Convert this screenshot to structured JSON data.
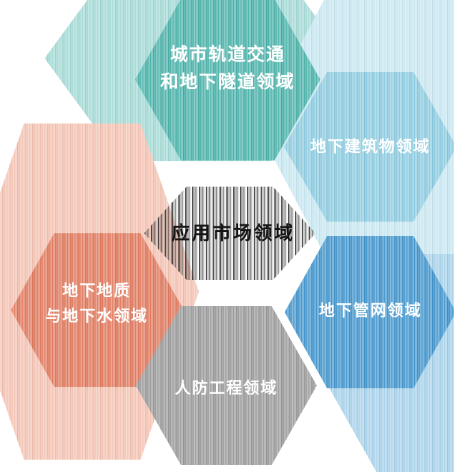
{
  "title": "应用市场领域",
  "center": {
    "label": "应用市场领域",
    "text_color": "#141414"
  },
  "hexagons": [
    {
      "id": "urban-rail",
      "lines": [
        "城市轨道交通",
        "和地下隧道领域"
      ],
      "color": "#4db3ab",
      "ghost_color": "#a5dad5",
      "text_color": "#ffffff"
    },
    {
      "id": "underground-buildings",
      "lines": [
        "地下建筑物领域"
      ],
      "color": "#8ecbe0",
      "ghost_color": "#c9e7f1",
      "text_color": "#ffffff"
    },
    {
      "id": "underground-pipes",
      "lines": [
        "地下管网领域"
      ],
      "color": "#4496cd",
      "ghost_color": "#a9d2e9",
      "text_color": "#ffffff"
    },
    {
      "id": "geology-groundwater",
      "lines": [
        "地下地质",
        "与地下水领域"
      ],
      "color": "#e07a5e",
      "ghost_color": "#f3c3b3",
      "text_color": "#ffffff"
    },
    {
      "id": "civil-defense",
      "lines": [
        "人防工程领域"
      ],
      "color": "#9b9b9b",
      "ghost_color": "#cfcfcf",
      "text_color": "#ffffff"
    }
  ]
}
